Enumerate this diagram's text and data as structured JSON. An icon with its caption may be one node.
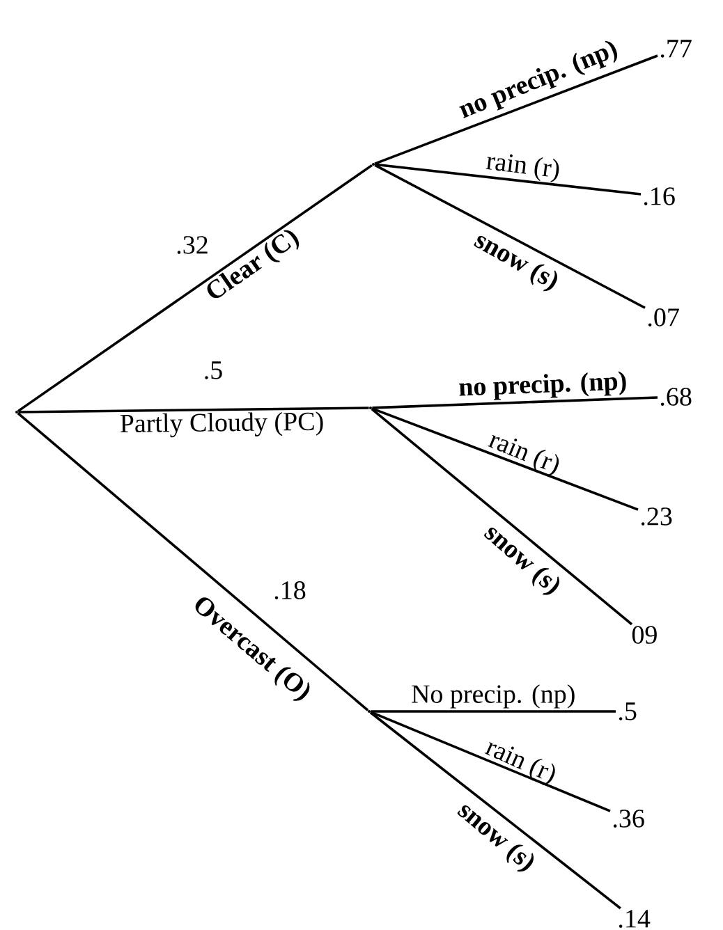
{
  "diagram": {
    "nodes": [
      {
        "text": [],
        "shape": "point"
      },
      {
        "text": [],
        "shape": "point"
      },
      {
        "text": [
          ".77"
        ]
      },
      {
        "text": [
          ".16"
        ]
      },
      {
        "text": [
          ".07"
        ]
      },
      {
        "text": [],
        "shape": "point"
      },
      {
        "text": [
          ".68"
        ]
      },
      {
        "text": [
          ".23"
        ]
      },
      {
        "text": [
          "09"
        ]
      },
      {
        "text": [],
        "shape": "point"
      },
      {
        "text": [
          ".5"
        ]
      },
      {
        "text": [
          ".36"
        ]
      },
      {
        "text": [
          ".14"
        ]
      }
    ],
    "edges": [
      {
        "from": 0,
        "to": 1,
        "arrow": "none",
        "label": "Clear (C)"
      },
      {
        "from": 0,
        "to": 5,
        "arrow": "none",
        "label": "Partly Cloudy (PC)"
      },
      {
        "from": 0,
        "to": 9,
        "arrow": "none",
        "label": "Overcast (O)"
      },
      {
        "from": 1,
        "to": 2,
        "arrow": "none",
        "label": "no precip. (np)"
      },
      {
        "from": 1,
        "to": 3,
        "arrow": "none",
        "label": "rain (r)"
      },
      {
        "from": 1,
        "to": 4,
        "arrow": "none",
        "label": "snow (s)"
      },
      {
        "from": 5,
        "to": 6,
        "arrow": "none",
        "label": "no precip. (np)"
      },
      {
        "from": 5,
        "to": 7,
        "arrow": "none",
        "label": "rain (r)"
      },
      {
        "from": 5,
        "to": 8,
        "arrow": "none",
        "label": "snow (s)"
      },
      {
        "from": 9,
        "to": 10,
        "arrow": "none",
        "label": "No precip. (np)"
      },
      {
        "from": 9,
        "to": 11,
        "arrow": "none",
        "label": "rain (r)"
      },
      {
        "from": 9,
        "to": 12,
        "arrow": "none",
        "label": "snow (s)"
      }
    ],
    "labels": [
      ".32",
      ".5",
      ".18"
    ]
  }
}
